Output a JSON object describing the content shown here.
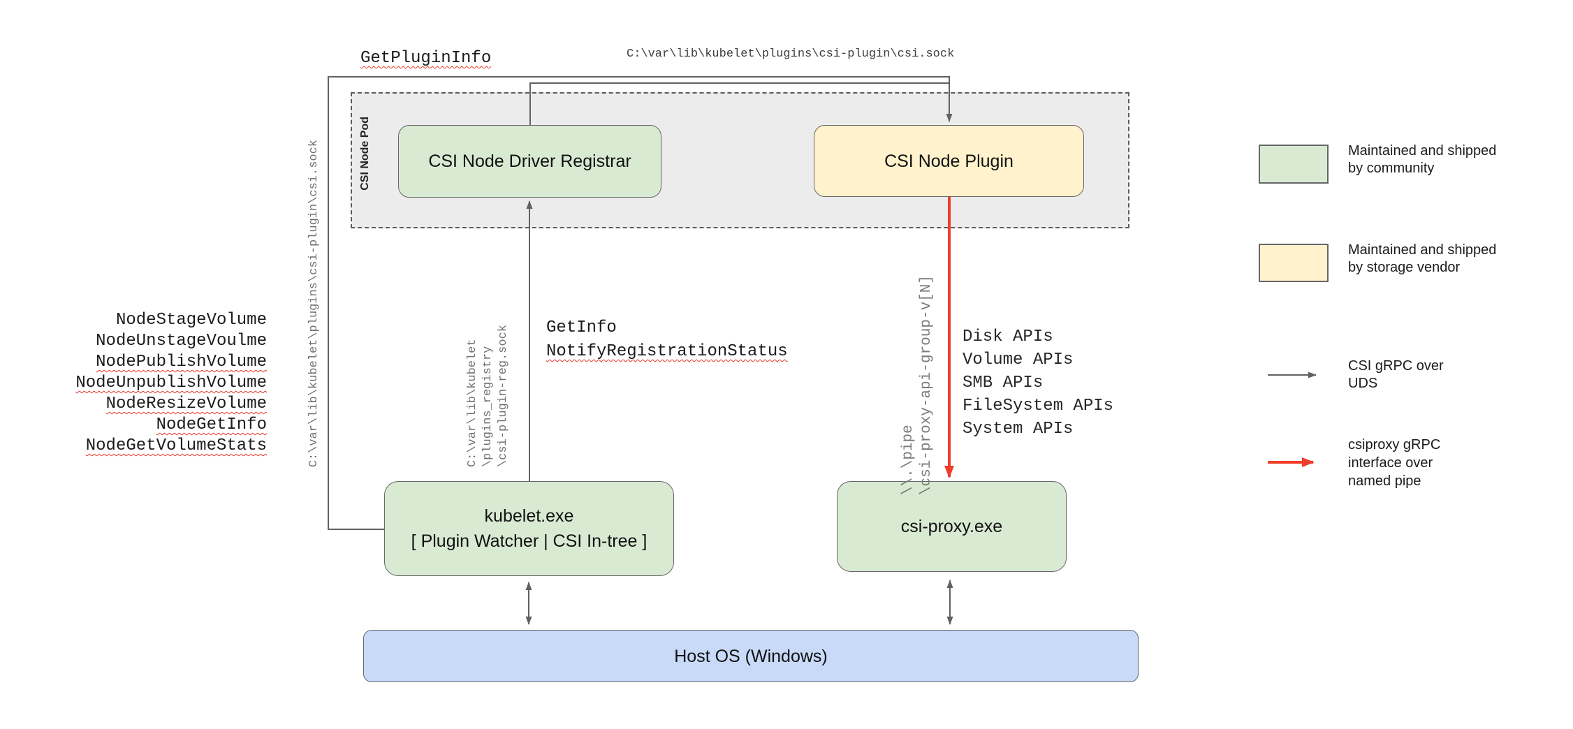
{
  "colors": {
    "community_green": "#d9ead3",
    "vendor_yellow": "#fff2cc",
    "host_blue": "#c9daf8",
    "pod_gray": "#ececec",
    "line_gray": "#616161",
    "pipe_red": "#f03c28",
    "squiggle_red": "#e8382a"
  },
  "pod": {
    "label": "CSI Node Pod"
  },
  "nodes": {
    "registrar": {
      "label": "CSI Node Driver Registrar"
    },
    "plugin": {
      "label": "CSI Node Plugin"
    },
    "kubelet": {
      "line1": "kubelet.exe",
      "line2": "[ Plugin Watcher | CSI In-tree ]"
    },
    "csiproxy": {
      "label": "csi-proxy.exe"
    },
    "hostos": {
      "label": "Host OS (Windows)"
    }
  },
  "labels": {
    "get_plugin_info": "GetPluginInfo",
    "csi_sock_top": "C:\\var\\lib\\kubelet\\plugins\\csi-plugin\\csi.sock",
    "csi_sock_vertical": "C:\\var\\lib\\kubelet\\plugins\\csi-plugin\\csi.sock",
    "get_info": "GetInfo",
    "notify_registration_status": "NotifyRegistrationStatus"
  },
  "node_rpcs": [
    "NodeStageVolume",
    "NodeUnstageVoulme",
    "NodePublishVolume",
    "NodeUnpublishVolume",
    "NodeResizeVolume",
    "NodeGetInfo",
    "NodeGetVolumeStats"
  ],
  "reg_sock_lines": [
    "C:\\var\\lib\\kubelet",
    "\\plugins_registry",
    "\\csi-plugin-reg.sock"
  ],
  "pipe_lines": [
    "\\\\.\\pipe",
    "\\csi-proxy-api-group-v[N]"
  ],
  "api_list": [
    "Disk APIs",
    "Volume APIs",
    "SMB APIs",
    "FileSystem APIs",
    "System APIs"
  ],
  "legend": {
    "community": {
      "line1": "Maintained and shipped",
      "line2": "by community"
    },
    "vendor": {
      "line1": "Maintained and shipped",
      "line2": "by storage vendor"
    },
    "uds": {
      "line1": "CSI gRPC over",
      "line2": "UDS"
    },
    "pipe": {
      "line1": "csiproxy gRPC",
      "line2": "interface over",
      "line3": "named pipe"
    }
  }
}
